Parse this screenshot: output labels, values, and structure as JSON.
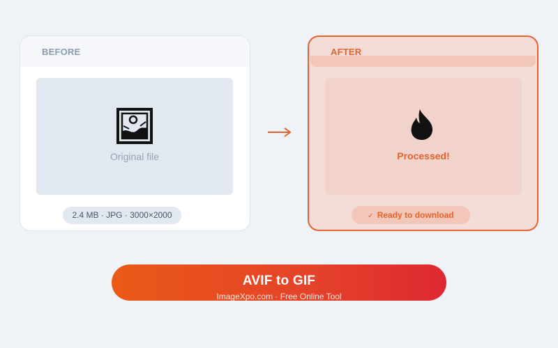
{
  "before": {
    "label": "BEFORE",
    "preview_caption": "Original file",
    "preview_icon": "image-icon",
    "meta": "2.4 MB · JPG · 3000×2000"
  },
  "after": {
    "label": "AFTER",
    "preview_caption": "Processed!",
    "preview_icon": "fire-icon",
    "status": "Ready to download",
    "status_icon": "check-icon"
  },
  "transition_icon": "arrow-right-icon",
  "cta": {
    "title": "AVIF to GIF",
    "subtitle": "ImageXpo.com · Free Online Tool"
  },
  "colors": {
    "accent": "#e4632c",
    "background": "#eff2f7",
    "gradient_start": "#ea5a16",
    "gradient_end": "#de2830"
  }
}
